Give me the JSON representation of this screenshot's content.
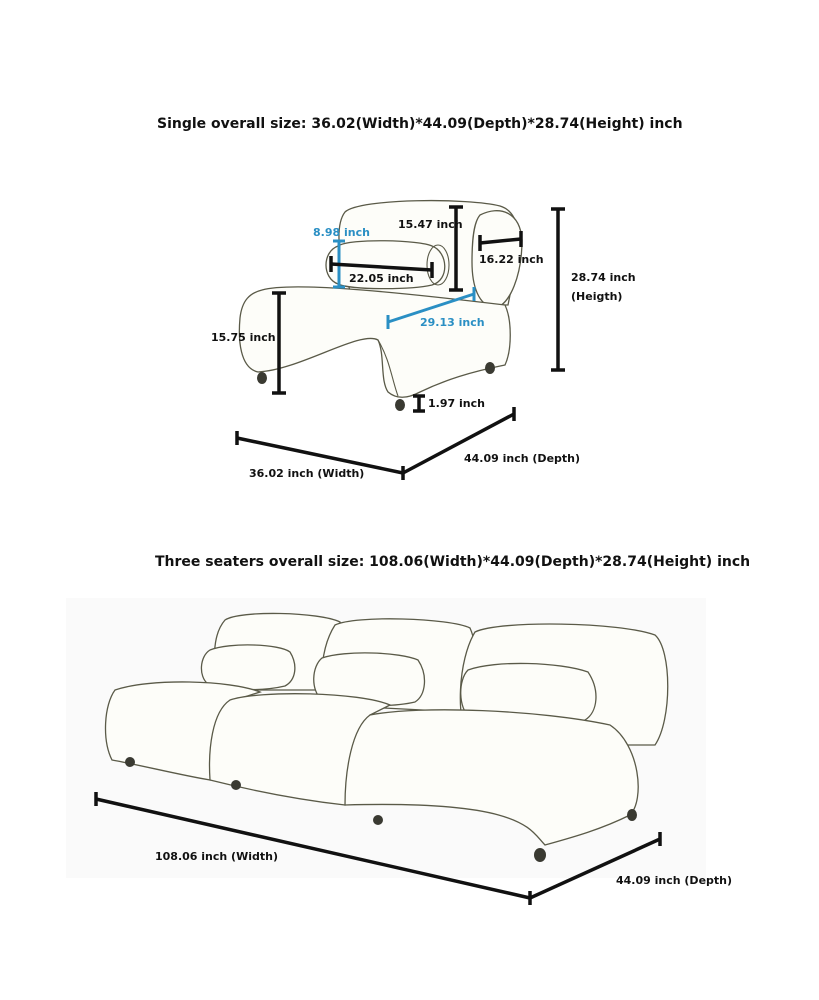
{
  "single": {
    "title": "Single overall size: 36.02(Width)*44.09(Depth)*28.74(Height) inch",
    "labels": {
      "arm_height": "15.47 inch",
      "pillow_dia": "8.98 inch",
      "back_depth": "16.22 inch",
      "pillow_len": "22.05 inch",
      "total_height": "28.74 inch",
      "total_height_note": "(Heigth)",
      "seat_depth": "29.13 inch",
      "seat_height": "15.75 inch",
      "leg_height": "1.97 inch",
      "width": "36.02 inch (Width)",
      "depth": "44.09 inch (Depth)"
    }
  },
  "three": {
    "title": "Three seaters overall size: 108.06(Width)*44.09(Depth)*28.74(Height) inch",
    "labels": {
      "width": "108.06 inch (Width)",
      "depth": "44.09 inch (Depth)"
    }
  },
  "colors": {
    "dimension_line": "#111111",
    "accent_dimension": "#2a8fc4",
    "outline": "#5a5a48"
  }
}
